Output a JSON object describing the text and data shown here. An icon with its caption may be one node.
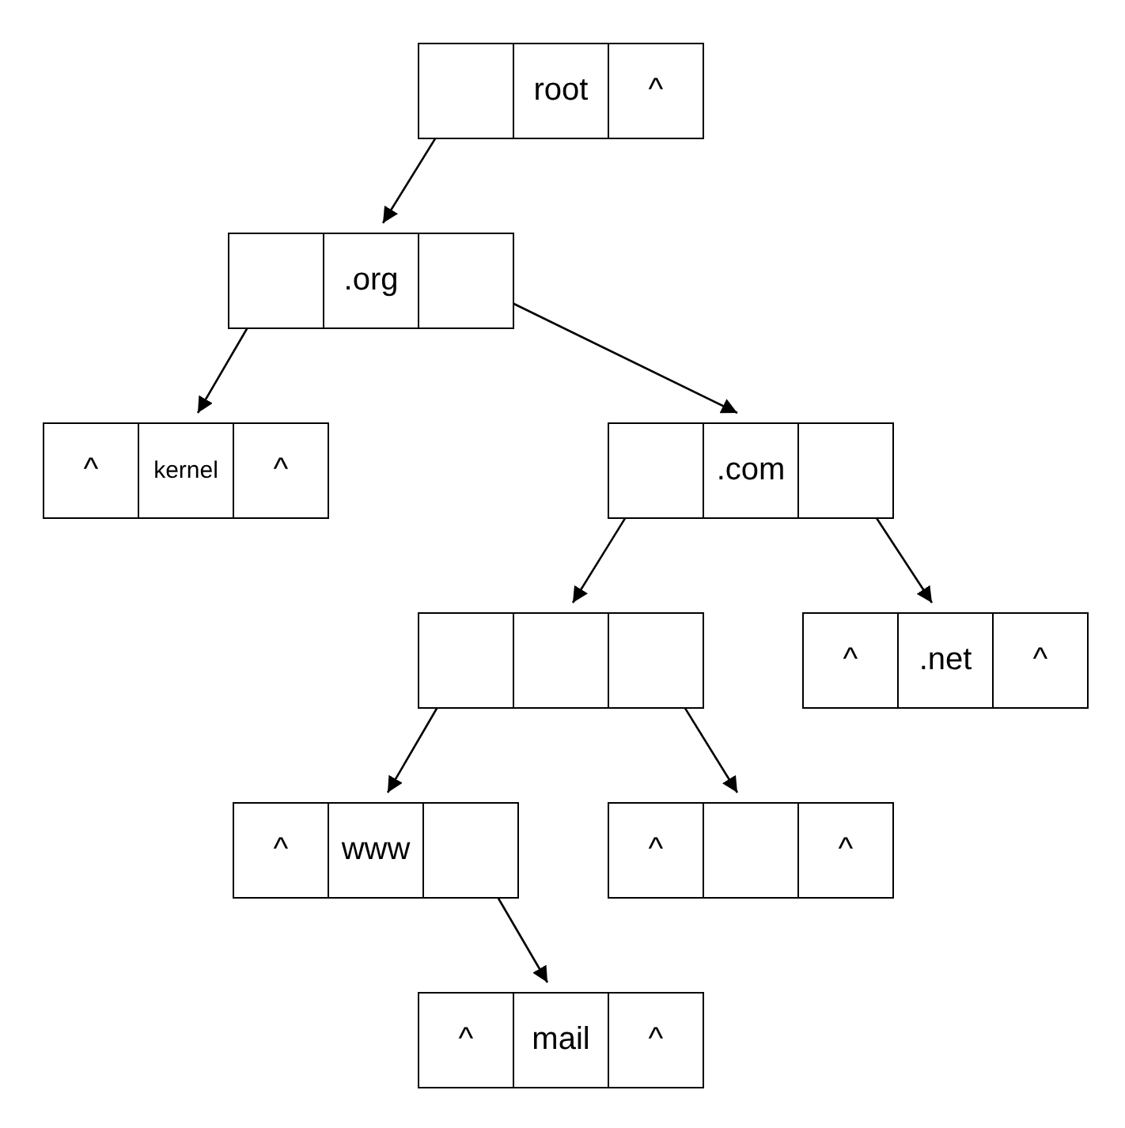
{
  "diagram": {
    "nodes": [
      {
        "text": [],
        "shape": "box"
      },
      {
        "text": [
          "root"
        ]
      },
      {
        "text": [
          "^"
        ]
      },
      {
        "text": [],
        "shape": "box"
      },
      {
        "text": [
          ".org"
        ]
      },
      {
        "text": [],
        "shape": "box"
      },
      {
        "text": [
          "^"
        ]
      },
      {
        "text": [
          "kernel"
        ]
      },
      {
        "text": [
          "^"
        ]
      },
      {
        "text": [],
        "shape": "box"
      },
      {
        "text": [
          ".com"
        ]
      },
      {
        "text": [],
        "shape": "box"
      },
      {
        "text": [],
        "shape": "box"
      },
      {
        "text": [],
        "shape": "box"
      },
      {
        "text": [],
        "shape": "box"
      },
      {
        "text": [
          "^"
        ]
      },
      {
        "text": [
          ".net"
        ]
      },
      {
        "text": [
          "^"
        ]
      },
      {
        "text": [
          "^"
        ]
      },
      {
        "text": [
          "www"
        ]
      },
      {
        "text": [],
        "shape": "box"
      },
      {
        "text": [
          "^"
        ]
      },
      {
        "text": [],
        "shape": "box"
      },
      {
        "text": [
          "^"
        ]
      },
      {
        "text": [
          "^"
        ]
      },
      {
        "text": [
          "mail"
        ]
      },
      {
        "text": [
          "^"
        ]
      }
    ],
    "edges": [
      {
        "from": 0,
        "to": 4,
        "arrow": "to"
      },
      {
        "from": 3,
        "to": 7,
        "arrow": "to"
      },
      {
        "from": 5,
        "to": 10,
        "arrow": "to"
      },
      {
        "from": 9,
        "to": 13,
        "arrow": "to"
      },
      {
        "from": 11,
        "to": 16,
        "arrow": "to"
      },
      {
        "from": 12,
        "to": 19,
        "arrow": "to"
      },
      {
        "from": 14,
        "to": 22,
        "arrow": "to"
      },
      {
        "from": 20,
        "to": 25,
        "arrow": "to"
      }
    ]
  }
}
